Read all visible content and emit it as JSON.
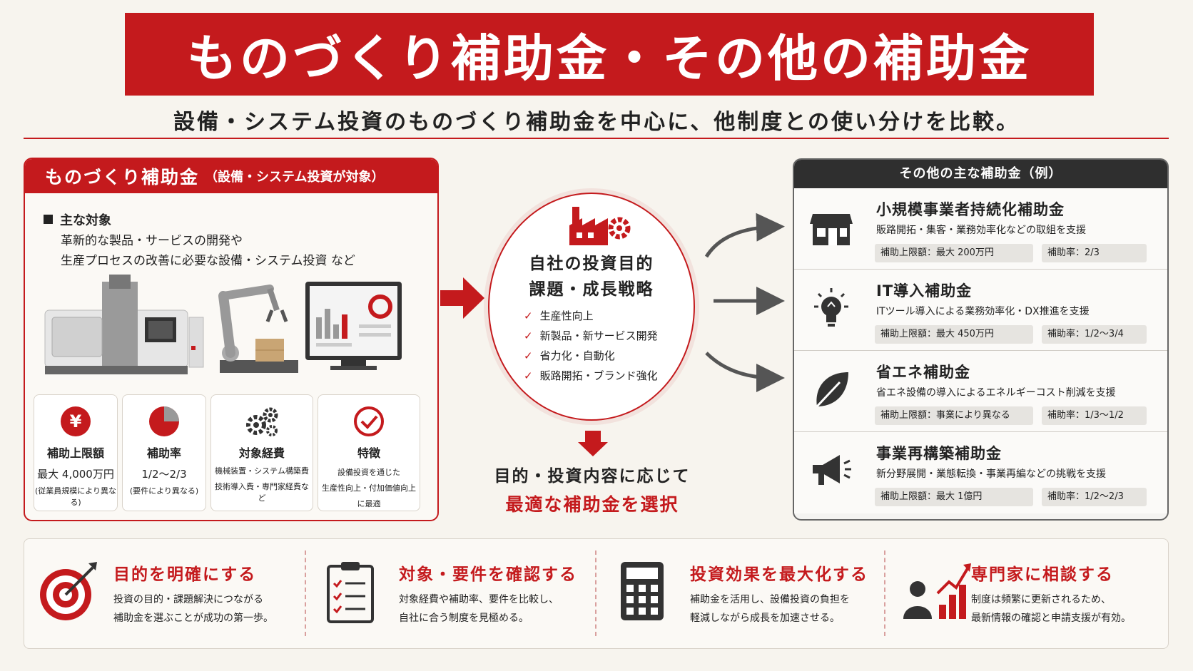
{
  "header": {
    "title": "ものづくり補助金・その他の補助金",
    "subtitle": "設備・システム投資のものづくり補助金を中心に、他制度との使い分けを比較。"
  },
  "left": {
    "title": "ものづくり補助金",
    "title_sub": "（設備・システム投資が対象）",
    "target_label": "主な対象",
    "target_line1": "革新的な製品・サービスの開発や",
    "target_line2": "生産プロセスの改善に必要な設備・システム投資 など",
    "features": [
      {
        "label": "補助上限額",
        "v1": "最大 4,000万円",
        "v2": "(従業員規模により異なる)"
      },
      {
        "label": "補助率",
        "v1": "1/2～2/3",
        "v2": "(要件により異なる)"
      },
      {
        "label": "対象経費",
        "v1": "機械装置・システム構築費",
        "v2": "技術導入費・専門家経費など"
      },
      {
        "label": "特徴",
        "t1": "設備投資を通じた",
        "t2": "生産性向上・付加価値向上",
        "t3": "に最適"
      }
    ]
  },
  "center": {
    "line1": "自社の投資目的",
    "line2": "課題・成長戦略",
    "checks": [
      "生産性向上",
      "新製品・新サービス開発",
      "省力化・自動化",
      "販路開拓・ブランド強化"
    ],
    "bottom1": "目的・投資内容に応じて",
    "bottom2": "最適な補助金を選択"
  },
  "right": {
    "title": "その他の主な補助金（例）",
    "items": [
      {
        "name": "小規模事業者持続化補助金",
        "desc": "販路開拓・集客・業務効率化などの取組を支援",
        "limit": "補助上限額：最大 200万円",
        "rate": "補助率：2/3",
        "icon": "store-icon"
      },
      {
        "name": "IT導入補助金",
        "desc": "ITツール導入による業務効率化・DX推進を支援",
        "limit": "補助上限額：最大 450万円",
        "rate": "補助率：1/2～3/4",
        "icon": "lightbulb-icon"
      },
      {
        "name": "省エネ補助金",
        "desc": "省エネ設備の導入によるエネルギーコスト削減を支援",
        "limit": "補助上限額：事業により異なる",
        "rate": "補助率：1/3～1/2",
        "icon": "leaf-icon"
      },
      {
        "name": "事業再構築補助金",
        "desc": "新分野展開・業態転換・事業再編などの挑戦を支援",
        "limit": "補助上限額：最大 1億円",
        "rate": "補助率：1/2～2/3",
        "icon": "megaphone-icon"
      }
    ]
  },
  "bottom": [
    {
      "title": "目的を明確にする",
      "d1": "投資の目的・課題解決につながる",
      "d2": "補助金を選ぶことが成功の第一歩。",
      "icon": "target-icon"
    },
    {
      "title": "対象・要件を確認する",
      "d1": "対象経費や補助率、要件を比較し、",
      "d2": "自社に合う制度を見極める。",
      "icon": "checklist-icon"
    },
    {
      "title": "投資効果を最大化する",
      "d1": "補助金を活用し、設備投資の負担を",
      "d2": "軽減しながら成長を加速させる。",
      "icon": "calculator-icon"
    },
    {
      "title": "専門家に相談する",
      "d1": "制度は頻繁に更新されるため、",
      "d2": "最新情報の確認と申請支援が有効。",
      "icon": "consultant-icon"
    }
  ],
  "colors": {
    "accent": "#c41a1d",
    "dark": "#2f2f2f",
    "background": "#f7f4ee"
  }
}
